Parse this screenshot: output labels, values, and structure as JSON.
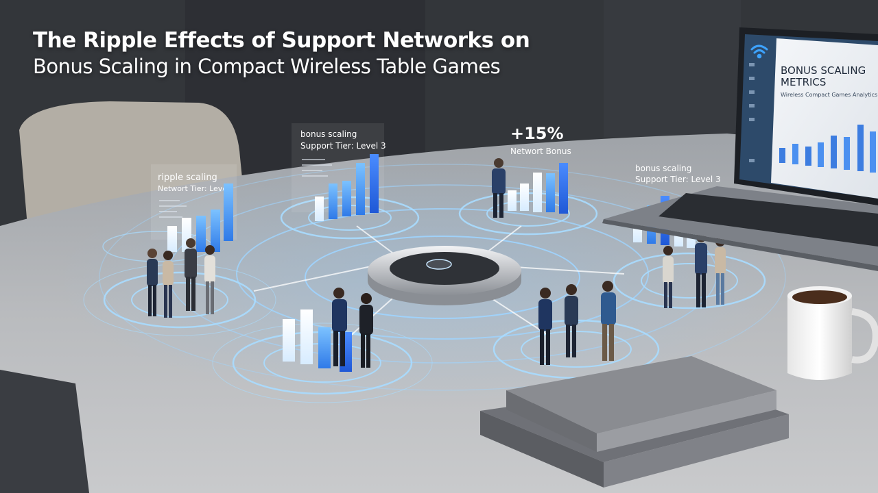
{
  "heading": {
    "line1": "The Ripple Effects of Support Networks on",
    "line2": "Bonus Scaling in Compact Wireless Table Games"
  },
  "panels": {
    "left": {
      "line1": "ripple scaling",
      "line2": "Networt Tier: Levels"
    },
    "center": {
      "line1": "bonus scaling",
      "line2": "Support Tier: Level 3"
    },
    "top": {
      "value": "+15%",
      "line2": "Networt Bonus"
    },
    "right": {
      "line1": "bonus scaling",
      "line2": "Support Tier: Level 3"
    }
  },
  "laptop": {
    "title_line1": "BONUS SCALING",
    "title_line2": "METRICS",
    "subtitle": "Wireless Compact Games Analytics"
  },
  "colors": {
    "accent_blue": "#3d8bff",
    "glow_blue": "#7fc4ff",
    "table_gray": "#b7b9bc",
    "dark_bg": "#2b2e33"
  },
  "icons": {
    "laptop_logo": "wifi-icon",
    "hub_center": "power-icon"
  }
}
